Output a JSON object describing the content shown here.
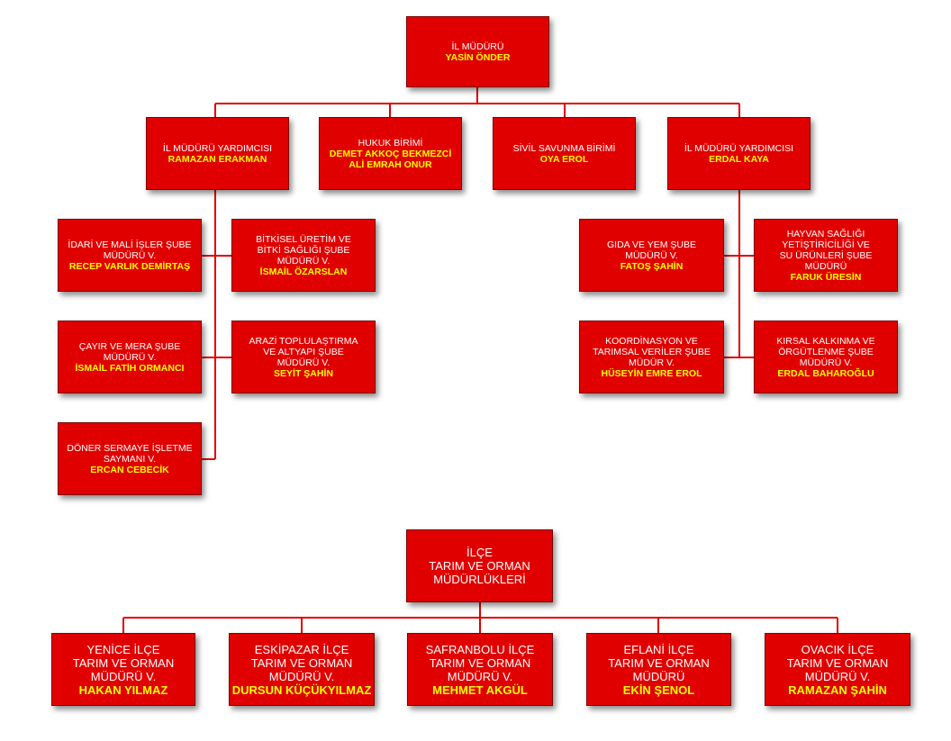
{
  "colors": {
    "box_fill": "#e00000",
    "line": "#e00000",
    "title_text": "#ffffff",
    "name_text": "#ffff00"
  },
  "top": {
    "title": [
      "İL MÜDÜRÜ"
    ],
    "names": [
      "YASİN ÖNDER"
    ]
  },
  "level2": [
    {
      "title": [
        "İL MÜDÜRÜ YARDIMCISI"
      ],
      "names": [
        "RAMAZAN ERAKMAN"
      ]
    },
    {
      "title": [
        "HUKUK BİRİMİ"
      ],
      "names": [
        "DEMET AKKOÇ BEKMEZCİ",
        "ALİ EMRAH ONUR"
      ]
    },
    {
      "title": [
        "SİVİL SAVUNMA BİRİMİ"
      ],
      "names": [
        "OYA EROL"
      ]
    },
    {
      "title": [
        "İL MÜDÜRÜ YARDIMCISI"
      ],
      "names": [
        "ERDAL KAYA"
      ]
    }
  ],
  "left_branches": [
    {
      "title": [
        "İDARİ VE MALİ İŞLER ŞUBE",
        "MÜDÜRÜ V."
      ],
      "names": [
        "RECEP VARLIK DEMİRTAŞ"
      ]
    },
    {
      "title": [
        "BİTKİSEL ÜRETİM VE",
        "BİTKİ SAĞLIĞI ŞUBE",
        "MÜDÜRÜ V."
      ],
      "names": [
        "İSMAİL ÖZARSLAN"
      ]
    },
    {
      "title": [
        "ÇAYIR VE MERA ŞUBE",
        "MÜDÜRÜ V."
      ],
      "names": [
        "İSMAİL FATİH ORMANCI"
      ]
    },
    {
      "title": [
        "ARAZİ TOPLULAŞTIRMA",
        "VE ALTYAPI ŞUBE",
        "MÜDÜRÜ V."
      ],
      "names": [
        "SEYİT ŞAHİN"
      ]
    },
    {
      "title": [
        "DÖNER SERMAYE İŞLETME",
        "SAYMANI V."
      ],
      "names": [
        "ERCAN CEBECİK"
      ]
    }
  ],
  "right_branches": [
    {
      "title": [
        "GIDA VE YEM ŞUBE",
        "MÜDÜRÜ V."
      ],
      "names": [
        "FATOŞ ŞAHİN"
      ]
    },
    {
      "title": [
        "HAYVAN SAĞLIĞI",
        "YETİŞTİRİCİLİĞİ VE",
        "SU ÜRÜNLERİ ŞUBE",
        "MÜDÜRÜ"
      ],
      "names": [
        "FARUK ÜRESİN"
      ]
    },
    {
      "title": [
        "KOORDİNASYON VE",
        "TARIMSAL VERİLER ŞUBE",
        "MÜDÜR V."
      ],
      "names": [
        "HÜSEYİN EMRE EROL"
      ]
    },
    {
      "title": [
        "KIRSAL KALKINMA VE",
        "ÖRGÜTLENME ŞUBE",
        "MÜDÜRÜ V."
      ],
      "names": [
        "ERDAL BAHAROĞLU"
      ]
    }
  ],
  "district_head": {
    "title": [
      "İLÇE",
      "TARIM VE ORMAN",
      "MÜDÜRLÜKLERİ"
    ],
    "names": []
  },
  "districts": [
    {
      "title": [
        "YENİCE İLÇE",
        "TARIM VE ORMAN",
        "MÜDÜRÜ V."
      ],
      "names": [
        "HAKAN YILMAZ"
      ]
    },
    {
      "title": [
        "ESKİPAZAR İLÇE",
        "TARIM VE ORMAN",
        "MÜDÜRÜ V."
      ],
      "names": [
        "DURSUN KÜÇÜKYILMAZ"
      ]
    },
    {
      "title": [
        "SAFRANBOLU İLÇE",
        "TARIM VE ORMAN",
        "MÜDÜRÜ V."
      ],
      "names": [
        "MEHMET AKGÜL"
      ]
    },
    {
      "title": [
        "EFLANİ İLÇE",
        "TARIM VE ORMAN",
        "MÜDÜRÜ"
      ],
      "names": [
        "EKİN ŞENOL"
      ]
    },
    {
      "title": [
        "OVACIK İLÇE",
        "TARIM VE ORMAN",
        "MÜDÜRÜ V."
      ],
      "names": [
        "RAMAZAN ŞAHİN"
      ]
    }
  ]
}
